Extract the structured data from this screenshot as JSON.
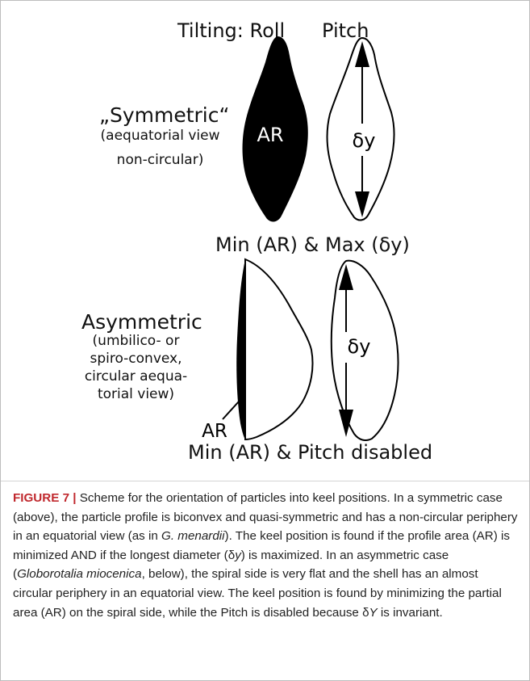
{
  "figure": {
    "header_roll": "Tilting: Roll",
    "header_pitch": "Pitch",
    "symmetric": {
      "title": "„Symmetric“",
      "sub1": "(aequatorial view",
      "sub2": "non-circular)",
      "ar_label": "AR",
      "dy_label": "δy",
      "result": "Min (AR) & Max (δy)"
    },
    "asymmetric": {
      "title": "Asymmetric",
      "sub1": "(umbilico- or",
      "sub2": "spiro-convex,",
      "sub3": "circular aequa-",
      "sub4": "torial view)",
      "ar_label": "AR",
      "dy_label": "δy",
      "result": "Min (AR) & Pitch disabled"
    }
  },
  "caption": {
    "label": "FIGURE 7 |",
    "text": " Scheme for the orientation of particles into keel positions. In a symmetric case (above), the particle profile is biconvex and quasi-symmetric and has a non-circular periphery in an equatorial view (as in ",
    "italic1": "G. menardii",
    "text2": "). The keel position is found if the profile area (AR) is minimized AND if the longest diameter (δ",
    "italic2": "y",
    "text3": ") is maximized. In an asymmetric case (",
    "italic3": "Globorotalia miocenica",
    "text4": ", below), the spiral side is very flat and the shell has an almost circular periphery in an equatorial view. The keel position is found by minimizing the partial area (AR) on the spiral side, while the Pitch is disabled because δ",
    "italic4": "Y",
    "text5": " is invariant."
  },
  "colors": {
    "fill_black": "#000000",
    "caption_label": "#c0282d",
    "caption_text": "#222222"
  }
}
